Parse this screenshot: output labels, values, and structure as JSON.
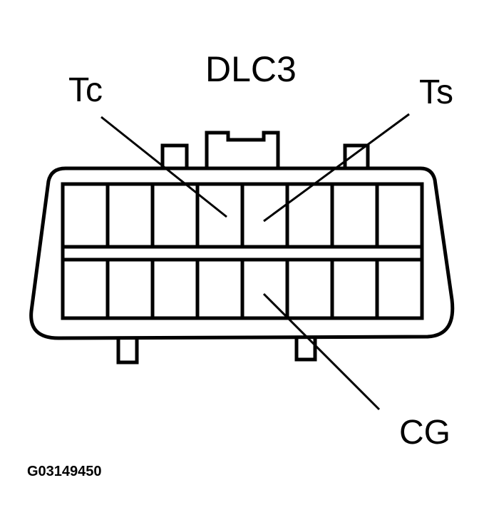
{
  "diagram": {
    "connector_name": "DLC3",
    "pins": {
      "tc": "Tc",
      "ts": "Ts",
      "cg": "CG"
    },
    "figure_code": "G03149450",
    "rows": 2,
    "columns": 8,
    "line_color": "#000000",
    "background_color": "#ffffff"
  }
}
